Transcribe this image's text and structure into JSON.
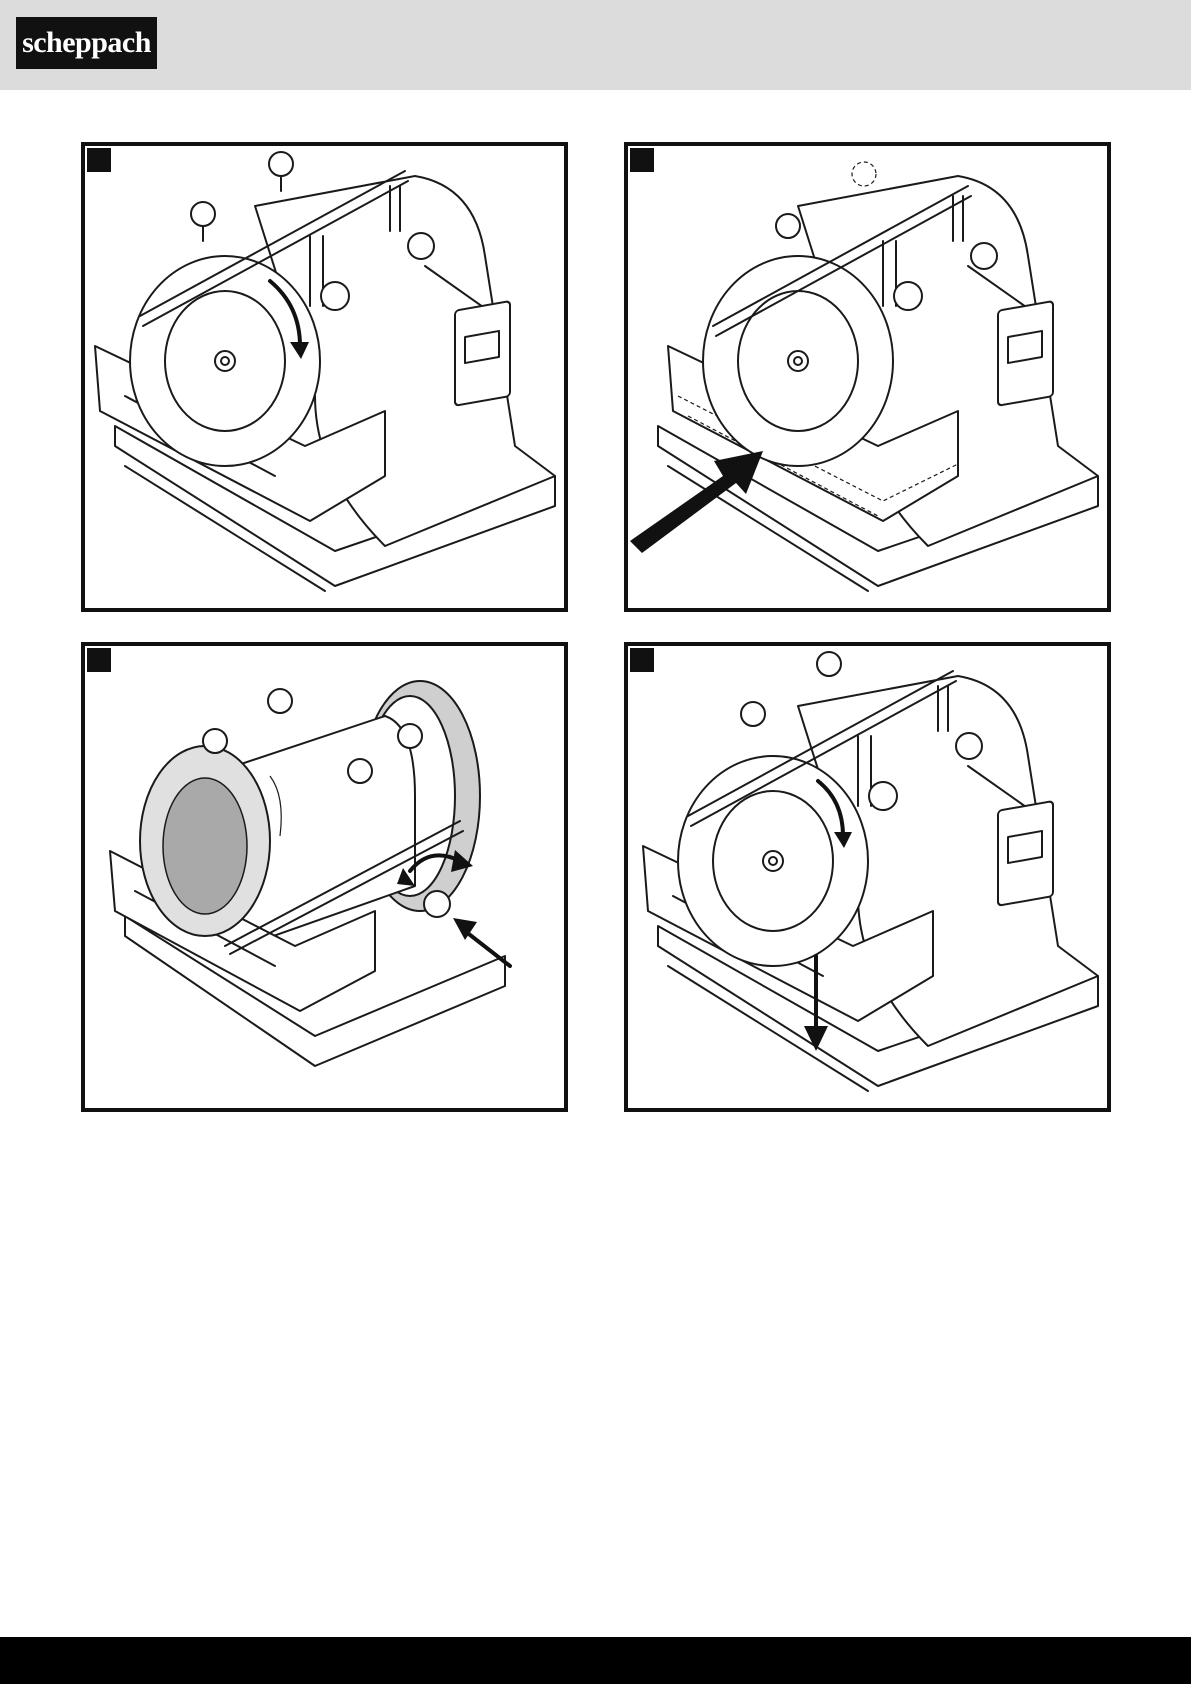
{
  "header": {
    "brand": "scheppach",
    "background": "#dcdcdc"
  },
  "figures": [
    {
      "id": "figure-1",
      "action": "rotation-arrow"
    },
    {
      "id": "figure-2",
      "action": "push-arrow"
    },
    {
      "id": "figure-3",
      "action": "turn-and-push-arrows"
    },
    {
      "id": "figure-4",
      "action": "downward-arrow"
    }
  ],
  "footer": {
    "background": "#000000"
  }
}
